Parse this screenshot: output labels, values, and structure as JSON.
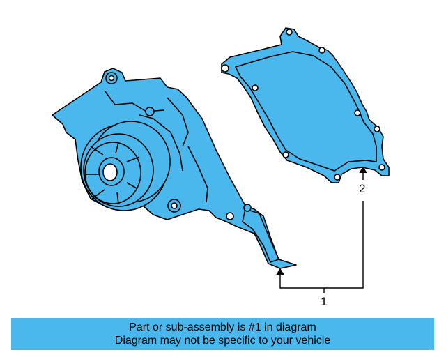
{
  "callouts": {
    "part_1": "1",
    "part_2": "2"
  },
  "banner": {
    "line1": "Part or sub-assembly is #1 in diagram",
    "line2": "Diagram may not be specific to your vehicle"
  },
  "colors": {
    "part_fill": "#4ab8ec",
    "outline": "#000000",
    "banner_bg": "#4ab8ec"
  }
}
